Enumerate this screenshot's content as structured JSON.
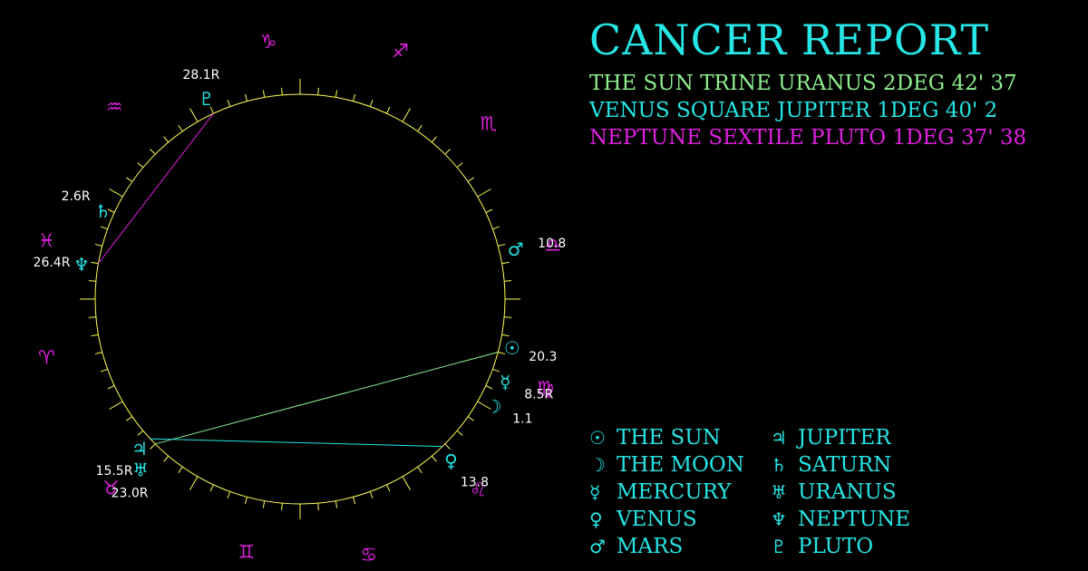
{
  "report": {
    "title": "CANCER REPORT",
    "aspects": [
      {
        "text": "THE SUN TRINE URANUS 2DEG 42' 37",
        "color": "#8ff08f"
      },
      {
        "text": "VENUS SQUARE JUPITER 1DEG 40' 2",
        "color": "#26e6e6"
      },
      {
        "text": "NEPTUNE SEXTILE PLUTO 1DEG 37' 38",
        "color": "#e020e0"
      }
    ]
  },
  "colors": {
    "circle": "#ffff55",
    "sign": "#e020e0",
    "planet": "#26e6e6",
    "degree_text": "#ffffff"
  },
  "signs": [
    {
      "name": "capricorn",
      "glyph": "♑"
    },
    {
      "name": "sagittarius",
      "glyph": "♐"
    },
    {
      "name": "scorpio",
      "glyph": "♏"
    },
    {
      "name": "libra",
      "glyph": "♎"
    },
    {
      "name": "virgo",
      "glyph": "♍"
    },
    {
      "name": "leo",
      "glyph": "♌"
    },
    {
      "name": "cancer",
      "glyph": "♋"
    },
    {
      "name": "gemini",
      "glyph": "♊"
    },
    {
      "name": "taurus",
      "glyph": "♉"
    },
    {
      "name": "aries",
      "glyph": "♈"
    },
    {
      "name": "pisces",
      "glyph": "♓"
    },
    {
      "name": "aquarius",
      "glyph": "♒"
    }
  ],
  "planets": [
    {
      "key": "sun",
      "name": "THE SUN",
      "glyph": "☉",
      "degree": "20.3"
    },
    {
      "key": "moon",
      "name": "THE MOON",
      "glyph": "☽",
      "degree": "1.1"
    },
    {
      "key": "mercury",
      "name": "MERCURY",
      "glyph": "☿",
      "degree": "8.5R"
    },
    {
      "key": "venus",
      "name": "VENUS",
      "glyph": "♀",
      "degree": "13.8"
    },
    {
      "key": "mars",
      "name": "MARS",
      "glyph": "♂",
      "degree": "10.8"
    },
    {
      "key": "jupiter",
      "name": "JUPITER",
      "glyph": "♃",
      "degree": "15.5R"
    },
    {
      "key": "saturn",
      "name": "SATURN",
      "glyph": "♄",
      "degree": "2.6R"
    },
    {
      "key": "uranus",
      "name": "URANUS",
      "glyph": "♅",
      "degree": "23.0R"
    },
    {
      "key": "neptune",
      "name": "NEPTUNE",
      "glyph": "♆",
      "degree": "26.4R"
    },
    {
      "key": "pluto",
      "name": "PLUTO",
      "glyph": "♇",
      "degree": "28.1R"
    }
  ],
  "aspect_links": [
    {
      "from": "sun",
      "to": "uranus",
      "color": "#8ff08f"
    },
    {
      "from": "venus",
      "to": "jupiter",
      "color": "#26e6e6"
    },
    {
      "from": "neptune",
      "to": "pluto",
      "color": "#e020e0"
    }
  ]
}
